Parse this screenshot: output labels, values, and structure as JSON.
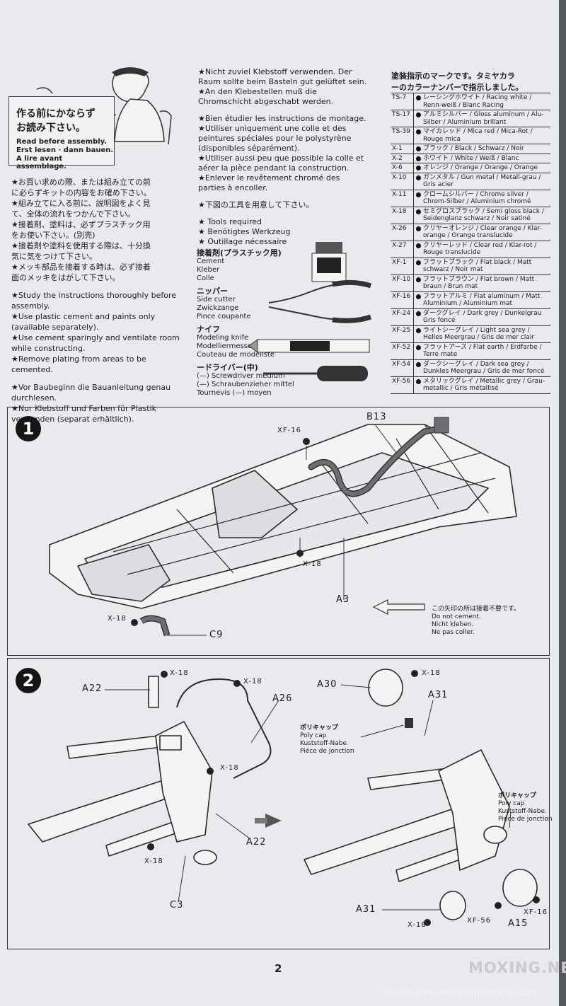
{
  "sign": {
    "jp1": "作る前にかならず",
    "jp2": "お読み下さい。",
    "en1": "Read before assembly.",
    "en2": "Erst lesen · dann bauen.",
    "en3": "A lire avant assemblage."
  },
  "col1": {
    "jp1": "★お買い求めの際、または組み立ての前",
    "jp1b": "に必らずキットの内容をお確め下さい。",
    "jp2": "★組み立てに入る前に、説明図をよく見",
    "jp2b": "て、全体の流れをつかんで下さい。",
    "jp3": "★接着剤、塗料は、必ずプラスチック用",
    "jp3b": "をお使い下さい。(別売)",
    "jp4": "★接着剤や塗料を使用する際は、十分換",
    "jp4b": "気に気をつけて下さい。",
    "jp5": "★メッキ部品を接着する時は、必ず接着",
    "jp5b": "面のメッキをはがして下さい。",
    "en1": "★Study the instructions thoroughly before assembly.",
    "en2": "★Use plastic cement and paints only (available separately).",
    "en3": "★Use cement sparingly and ventilate room while constructing.",
    "en4": "★Remove plating from areas to be cemented.",
    "de1": "★Vor Baubeginn die Bauanleitung genau durchlesen.",
    "de2": "★Nur Klebstoff und Farben für Plastik verwenden (separat erhältlich)."
  },
  "col2": {
    "de3": "★Nicht zuviel Klebstoff verwenden. Der Raum sollte beim Basteln gut gelüftet sein.",
    "de4": "★An den Klebestellen muß die Chromschicht abgeschabt werden.",
    "fr1": "★Bien étudier les instructions de montage.",
    "fr2": "★Utiliser uniquement une colle et des peintures spéciales pour le polystyrène (disponibles séparément).",
    "fr3": "★Utiliser aussi peu que possible la colle et aérer la pièce pendant la construction.",
    "fr4": "★Enlever le revêtement chromé des parties à encoller.",
    "tools_jp": "★下図の工具を用意して下さい。",
    "tools_en": "★ Tools required",
    "tools_de": "★ Benötigtes Werkzeug",
    "tools_fr": "★ Outillage nécessaire"
  },
  "tools": {
    "cement_h": "接着剤(プラスチック用)",
    "cement_en": "Cement",
    "cement_de": "Kleber",
    "cement_fr": "Colle",
    "cutter_h": "ニッパー",
    "cutter_en": "Side cutter",
    "cutter_de": "Zwickzange",
    "cutter_fr": "Pince coupante",
    "knife_h": "ナイフ",
    "knife_en": "Modeling knife",
    "knife_de": "Modelliermesser",
    "knife_fr": "Couteau de modéliste",
    "driver_h": "ードライバー(中)",
    "driver_en": "(—) Screwdriver medium",
    "driver_de": "(—) Schraubenzieher mittel",
    "driver_fr": "Tournevis (—) moyen"
  },
  "colors": {
    "title1": "塗装指示のマークです。タミヤカラ",
    "title2": "ーのカラーナンバーで指示しました。",
    "rows": [
      {
        "code": "TS-7",
        "name": "レーシングホワイト / Racing white / Renn-weiß / Blanc Racing"
      },
      {
        "code": "TS-17",
        "name": "アルミシルバー / Gloss aluminum / Alu-Silber / Aluminium brillant"
      },
      {
        "code": "TS-39",
        "name": "マイカレッド / Mica red / Mica-Rot / Rouge mica"
      },
      {
        "code": "X-1",
        "name": "ブラック / Black / Schwarz / Noir"
      },
      {
        "code": "X-2",
        "name": "ホワイト / White / Weiß / Blanc"
      },
      {
        "code": "X-6",
        "name": "オレンジ / Orange / Orange / Orange"
      },
      {
        "code": "X-10",
        "name": "ガンメタル / Gun metal / Metall-grau / Gris acier"
      },
      {
        "code": "X-11",
        "name": "クロームシルバー / Chrome silver / Chrom-Silber / Aluminium chromé"
      },
      {
        "code": "X-18",
        "name": "セミグロスブラック / Semi gloss black / Seidenglanz schwarz / Noir satiné"
      },
      {
        "code": "X-26",
        "name": "クリヤーオレンジ / Clear orange / Klar-orange / Orange translucide"
      },
      {
        "code": "X-27",
        "name": "クリヤーレッド / Clear red / Klar-rot / Rouge translucide"
      },
      {
        "code": "XF-1",
        "name": "フラットブラック / Flat black / Matt schwarz / Noir mat"
      },
      {
        "code": "XF-10",
        "name": "フラットブラウン / Flat brown / Matt braun / Brun mat"
      },
      {
        "code": "XF-16",
        "name": "フラットアルミ / Flat aluminum / Matt Aluminium / Aluminium mat"
      },
      {
        "code": "XF-24",
        "name": "ダークグレイ / Dark grey / Dunkelgrau Gris foncé"
      },
      {
        "code": "XF-25",
        "name": "ライトシーグレイ / Light sea grey / Helles Meergrau / Gris de mer clair"
      },
      {
        "code": "XF-52",
        "name": "フラットアース / Flat earth / Erdfarbe / Terre mate"
      },
      {
        "code": "XF-54",
        "name": "ダークシーグレイ / Dark sea grey / Dunkles Meergrau / Gris de mer foncé"
      },
      {
        "code": "XF-56",
        "name": "メタリックグレイ / Metallic grey / Grau-metallic / Gris métallisé"
      }
    ]
  },
  "step1": {
    "number": "1",
    "labels": {
      "b13": "B13",
      "xf16": "XF-16",
      "x18a": "X-18",
      "a3": "A3",
      "x18b": "X-18",
      "c9": "C9"
    },
    "note": {
      "jp": "この矢印の所は接着不要です。",
      "en": "Do not cement.",
      "de": "Nicht kleben.",
      "fr": "Ne pas coller."
    }
  },
  "step2": {
    "number": "2",
    "labels": {
      "a22a": "A22",
      "x18a": "X-18",
      "x18b": "X-18",
      "a26": "A26",
      "x18c": "X-18",
      "a22b": "A22",
      "x18d": "X-18",
      "c3": "C3",
      "a30": "A30",
      "x18e": "X-18",
      "a31a": "A31",
      "a31b": "A31",
      "x18f": "X-18",
      "xf56": "XF-56",
      "a15": "A15",
      "xf16": "XF-16"
    },
    "polycap": {
      "jp": "ポリキャップ",
      "en": "Poly cap",
      "de": "Kuststoff-Nabe",
      "fr": "Piéce de jonction"
    }
  },
  "page": {
    "number": "2",
    "watermark": "MOXING.NET",
    "url": "https://www.metaltankmodel.com"
  }
}
